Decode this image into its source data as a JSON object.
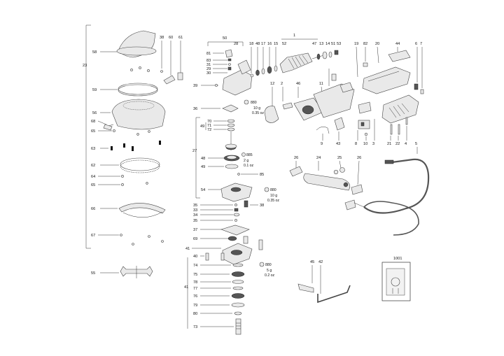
{
  "callouts": {
    "n1": "1",
    "n2": "2",
    "n3": "3",
    "n4": "4",
    "n5": "5",
    "n6": "6",
    "n7": "7",
    "n8": "8",
    "n9": "9",
    "n10": "10",
    "n11": "11",
    "n12": "12",
    "n13": "13",
    "n14": "14",
    "n15": "15",
    "n16": "16",
    "n17": "17",
    "n18": "18",
    "n19": "19",
    "n20": "20",
    "n21": "21",
    "n22": "22",
    "n23": "23",
    "n24": "24",
    "n25": "25",
    "n26": "26",
    "n27": "27",
    "n28": "28",
    "n29": "29",
    "n30": "30",
    "n31": "31",
    "n33": "33",
    "n34": "34",
    "n35": "35",
    "n36": "36",
    "n37": "37",
    "n38": "38",
    "n39": "39",
    "n40": "40",
    "n41": "41",
    "n42": "42",
    "n43": "43",
    "n44": "44",
    "n45": "45",
    "n46": "46",
    "n47": "47",
    "n48": "48",
    "n49": "49",
    "n50": "50",
    "n51": "51",
    "n52": "52",
    "n53": "53",
    "n54": "54",
    "n55": "55",
    "n56": "56",
    "n58": "58",
    "n59": "59",
    "n60": "60",
    "n61": "61",
    "n62": "62",
    "n63": "63",
    "n64": "64",
    "n65": "65",
    "n66": "66",
    "n67": "67",
    "n68": "68",
    "n69": "69",
    "n70": "70",
    "n71": "71",
    "n72": "72",
    "n73": "73",
    "n74": "74",
    "n75": "75",
    "n76": "76",
    "n77": "77",
    "n78": "78",
    "n79": "79",
    "n80": "80",
    "n81": "81",
    "n82": "82",
    "n83": "83",
    "n85": "85",
    "n1001": "1001"
  },
  "grease": [
    {
      "code": "880",
      "qty": "10 g",
      "oz": "0.35 oz"
    },
    {
      "code": "885",
      "qty": "2 g",
      "oz": "0.1 oz"
    },
    {
      "code": "880",
      "qty": "10 g",
      "oz": "0.35 oz"
    },
    {
      "code": "880",
      "qty": "5 g",
      "oz": "0.2 oz"
    }
  ]
}
